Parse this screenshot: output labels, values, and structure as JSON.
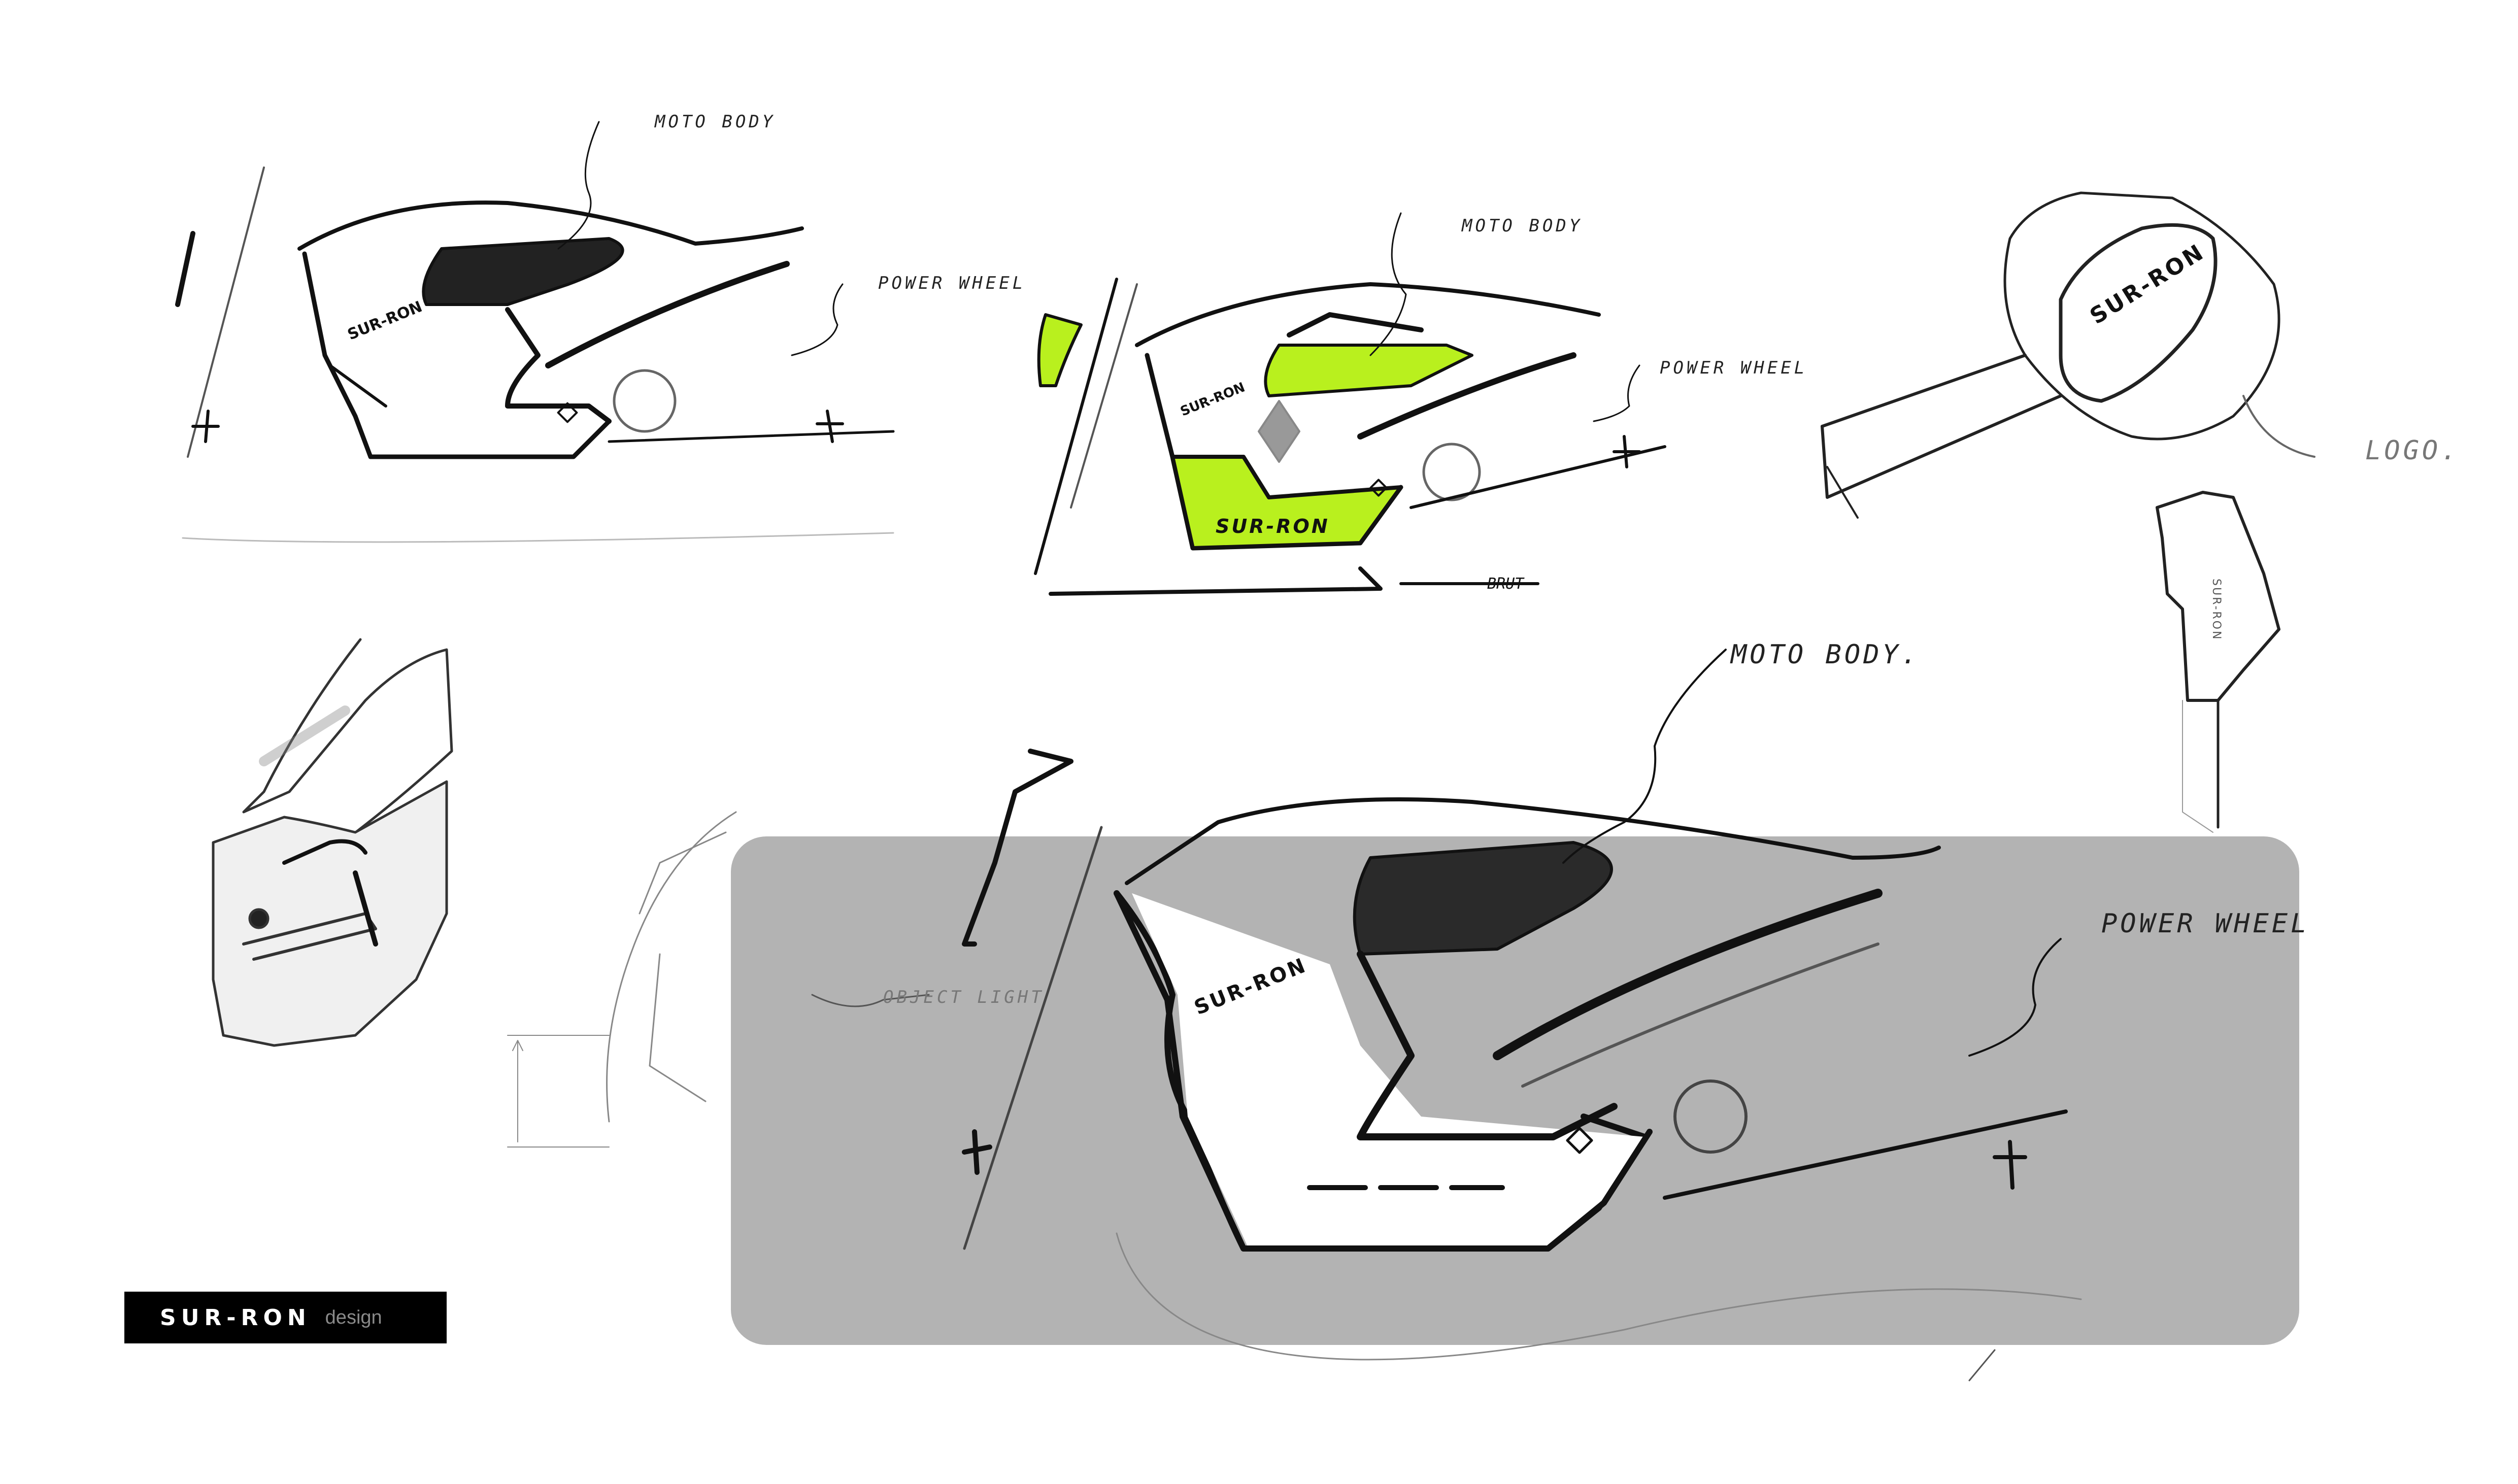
{
  "sheet": {
    "brand_badge": {
      "name": "SUR-RON",
      "suffix": "design"
    },
    "colors": {
      "background": "#ffffff",
      "accent_green": "#b9f01e",
      "panel_gray": "#b3b3b3",
      "ink": "#111111",
      "badge_bg": "#000000"
    },
    "sketches": [
      {
        "id": "side-view-1",
        "annotations": [
          "MOTO BODY",
          "POWER WHEEL"
        ],
        "body_text": "SUR-RON"
      },
      {
        "id": "side-view-2-green",
        "annotations": [
          "MOTO BODY",
          "POWER WHEEL"
        ],
        "body_text": "SUR-RON",
        "panel_text": "SUR-RON",
        "signature": "BRUT"
      },
      {
        "id": "logo-detail",
        "annotations": [
          "LOGO."
        ],
        "body_text": "SUR-RON"
      },
      {
        "id": "side-panel-vertical",
        "body_text": "SUR-RON"
      },
      {
        "id": "front-view",
        "annotations": []
      },
      {
        "id": "front-fender-outline",
        "annotations": [
          "OBJECT LIGHT"
        ]
      },
      {
        "id": "side-view-large",
        "annotations": [
          "MOTO BODY.",
          "POWER WHEEL"
        ],
        "body_text": "SUR-RON"
      }
    ]
  }
}
